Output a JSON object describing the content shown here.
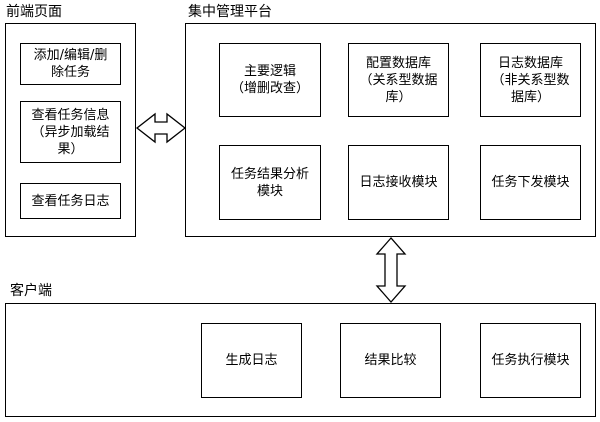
{
  "frontend": {
    "title": "前端页面",
    "items": [
      "添加/编辑/删\n除任务",
      "查看任务信息\n（异步加载结\n果）",
      "查看任务日志"
    ]
  },
  "platform": {
    "title": "集中管理平台",
    "modules": [
      "主要逻辑\n（增删改查）",
      "配置数据库\n（关系型数据\n库）",
      "日志数据库\n（非关系型数\n据库）",
      "任务结果分析\n模块",
      "日志接收模块",
      "任务下发模块"
    ]
  },
  "client": {
    "title": "客户端",
    "modules": [
      "生成日志",
      "结果比较",
      "任务执行模块"
    ]
  }
}
